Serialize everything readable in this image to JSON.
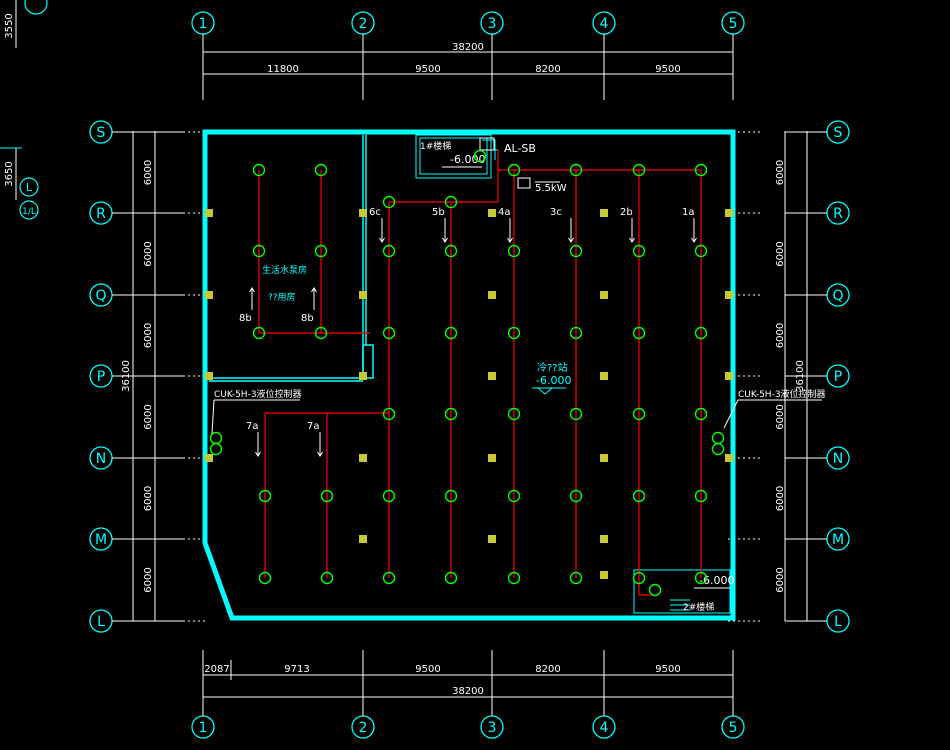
{
  "colors": {
    "background": "#000000",
    "wall": "#00ffff",
    "dim": "#ffffff",
    "pipe": "#ff0000",
    "sprinkler": "#00ff00",
    "column": "#c8c832",
    "label": "#00ffff",
    "room_text": "#00ffff"
  },
  "axes": {
    "numbers": [
      "1",
      "2",
      "3",
      "4",
      "5"
    ],
    "letters": [
      "S",
      "R",
      "Q",
      "P",
      "N",
      "M",
      "L"
    ]
  },
  "dims": {
    "top_total": "38200",
    "top_segments": [
      "11800",
      "9500",
      "8200",
      "9500"
    ],
    "bottom_total": "38200",
    "bottom_segments": [
      "2087",
      "9713",
      "9500",
      "8200",
      "9500"
    ],
    "side_total": "36100",
    "side_segment": "6000",
    "left_top_a": "3550",
    "left_top_b": "3650"
  },
  "labels": {
    "aux_L": "L",
    "aux_1L": "1/L",
    "panel": "AL-SB",
    "stair1": "1#楼梯",
    "stair2": "2#楼梯",
    "elev1": "-6.000",
    "elev_main": "-6.000",
    "elev2": "-6.000",
    "pump_text": "5.5kW",
    "room_name_1": "生活水泵房",
    "room_name_2": "??用房",
    "cold_station": "冷??站",
    "controller_left": "CUK-5H-3液位控制器",
    "controller_right": "CUK-5H-3液位控制器"
  },
  "pipe_labels": [
    "6c",
    "5b",
    "4a",
    "3c",
    "2b",
    "1a",
    "8b",
    "8b",
    "7a",
    "7a"
  ]
}
